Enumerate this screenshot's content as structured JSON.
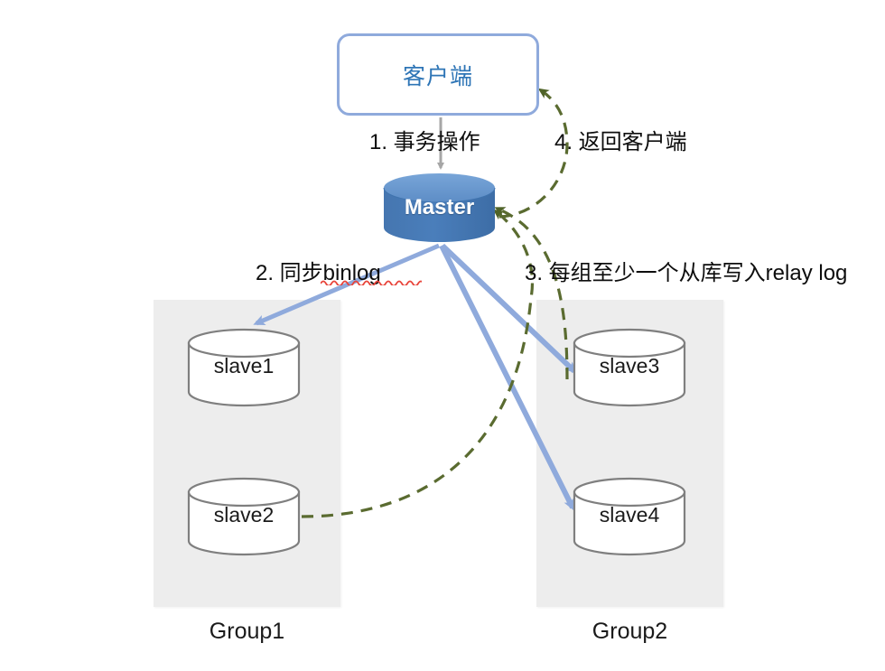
{
  "diagram": {
    "title": "MySQL semi-synchronous group replication topology",
    "colors": {
      "client_border": "#8faadc",
      "client_text": "#2e75b6",
      "master_body": "#4a7ebb",
      "master_top": "#6b9bd2",
      "slave_stroke": "#7f7f7f",
      "slave_fill": "#ffffff",
      "panel_bg": "#ededed",
      "blue_arrow": "#8faadc",
      "green_dashed": "#5a6b30",
      "gray_arrow": "#a6a6a6",
      "spellcheck_red": "#e8443a"
    }
  },
  "client": {
    "label": "客户端"
  },
  "master": {
    "label": "Master"
  },
  "groups": [
    {
      "caption": "Group1",
      "nodes": [
        {
          "label": "slave1"
        },
        {
          "label": "slave2"
        }
      ]
    },
    {
      "caption": "Group2",
      "nodes": [
        {
          "label": "slave3"
        },
        {
          "label": "slave4"
        }
      ]
    }
  ],
  "steps": [
    {
      "id": "step-1",
      "label": "1. 事务操作"
    },
    {
      "id": "step-2",
      "label": "2. 同步binlog",
      "spellcheck_underline": true
    },
    {
      "id": "step-3",
      "label": "3. 每组至少一个从库写入relay log"
    },
    {
      "id": "step-4",
      "label": "4. 返回客户端"
    }
  ],
  "connectors": [
    {
      "name": "client-to-master",
      "style": "solid-gray",
      "from": "client",
      "to": "master"
    },
    {
      "name": "master-to-slave1",
      "style": "solid-blue",
      "from": "master",
      "to": "slave1"
    },
    {
      "name": "master-to-slave3",
      "style": "solid-blue",
      "from": "master",
      "to": "slave3"
    },
    {
      "name": "master-to-slave4",
      "style": "solid-blue",
      "from": "master",
      "to": "slave4"
    },
    {
      "name": "slave2-to-master",
      "style": "dashed-green",
      "from": "slave2",
      "to": "master"
    },
    {
      "name": "slave3-to-master",
      "style": "dashed-green",
      "from": "slave3",
      "to": "master"
    },
    {
      "name": "master-to-client",
      "style": "dashed-green",
      "from": "master",
      "to": "client"
    }
  ]
}
